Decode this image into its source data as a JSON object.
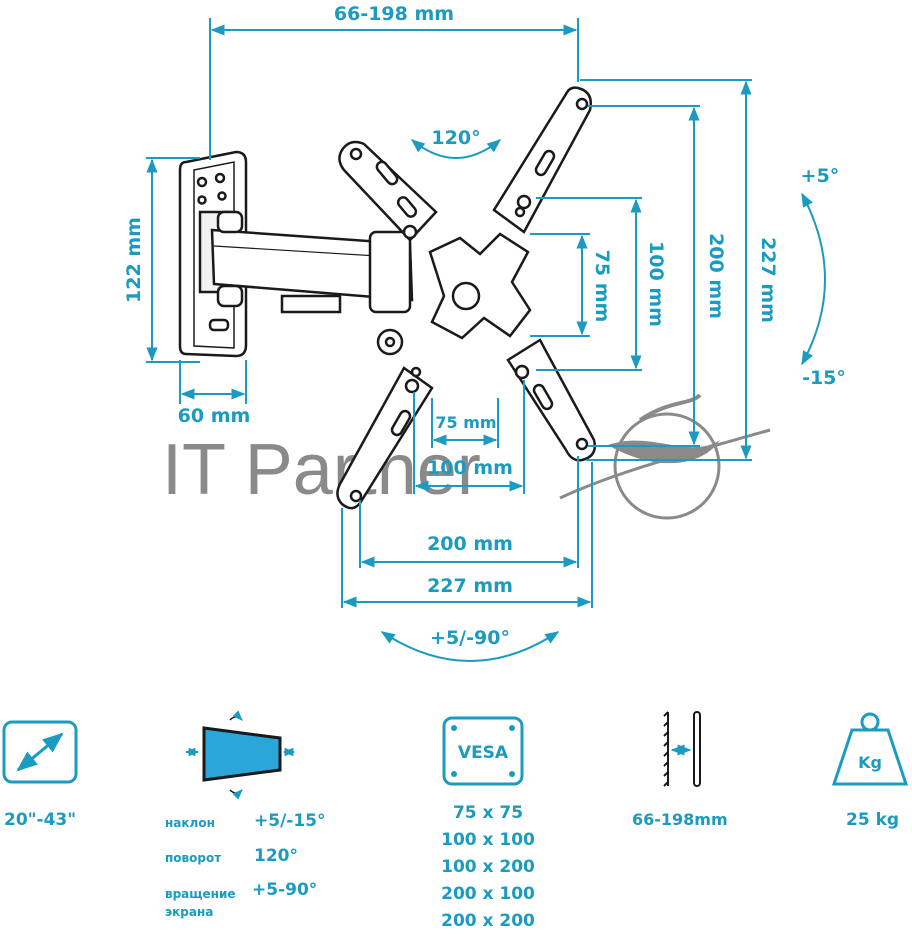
{
  "dimensions": {
    "arm_reach": "66-198 mm",
    "wall_height": "122 mm",
    "wall_width": "60 mm",
    "swivel": "120°",
    "tilt_up": "+5°",
    "tilt_down": "-15°",
    "vesa_v_75": "75 mm",
    "vesa_v_100": "100 mm",
    "vesa_v_200": "200 mm",
    "vesa_v_227": "227 mm",
    "vesa_h_75": "75 mm",
    "vesa_h_100": "100 mm",
    "vesa_h_200": "200 mm",
    "vesa_h_227": "227 mm",
    "rotation": "+5/-90°"
  },
  "watermark": "IT Partner",
  "specs": {
    "screen_size": "20\"-43\"",
    "tilt_label": "наклон",
    "tilt_value": "+5/-15°",
    "swivel_label": "поворот",
    "swivel_value": "120°",
    "rotation_label_1": "вращение",
    "rotation_label_2": "экрана",
    "rotation_value": "+5-90°",
    "vesa_badge": "VESA",
    "vesa_list": [
      "75 x 75",
      "100 x 100",
      "100 x 200",
      "200 x 100",
      "200 x 200"
    ],
    "wall_distance": "66-198mm",
    "weight_badge": "Kg",
    "max_load": "25 kg"
  },
  "colors": {
    "accent": "#1b9bbf",
    "outline": "#1a1a1a",
    "watermark": "#8a8a8a",
    "screen_fill": "#2aa7d8"
  }
}
